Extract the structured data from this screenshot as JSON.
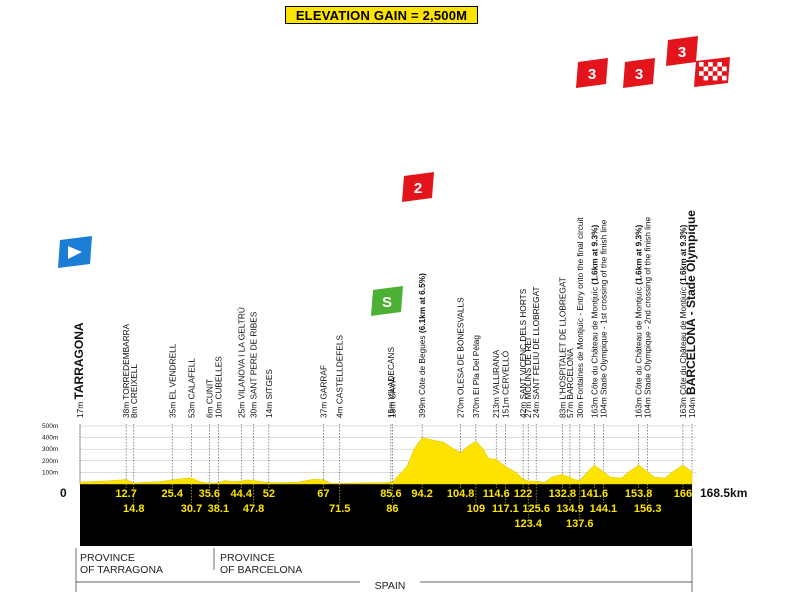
{
  "header": {
    "elevation_gain": "ELEVATION GAIN = 2,500M"
  },
  "chart_data": {
    "type": "area",
    "title": "ELEVATION GAIN = 2,500M",
    "total_distance_label": "168.5km",
    "start_km_label": "0",
    "x_range": [
      0,
      168.5
    ],
    "y_range": [
      0,
      500
    ],
    "y_ticks": [
      "100m",
      "200m",
      "300m",
      "400m",
      "500m"
    ],
    "profile": [
      [
        0,
        17
      ],
      [
        4,
        22
      ],
      [
        8,
        28
      ],
      [
        12.7,
        38
      ],
      [
        14.8,
        8
      ],
      [
        18,
        15
      ],
      [
        22,
        20
      ],
      [
        25.4,
        35
      ],
      [
        28,
        45
      ],
      [
        30.7,
        53
      ],
      [
        33,
        20
      ],
      [
        35.6,
        6
      ],
      [
        37,
        8
      ],
      [
        38.1,
        10
      ],
      [
        40,
        30
      ],
      [
        42,
        20
      ],
      [
        44.4,
        25
      ],
      [
        46,
        35
      ],
      [
        47.8,
        30
      ],
      [
        50,
        20
      ],
      [
        52,
        14
      ],
      [
        55,
        12
      ],
      [
        60,
        15
      ],
      [
        64,
        40
      ],
      [
        67,
        37
      ],
      [
        69,
        5
      ],
      [
        71.5,
        4
      ],
      [
        76,
        8
      ],
      [
        80,
        10
      ],
      [
        84,
        12
      ],
      [
        85.6,
        15
      ],
      [
        86,
        18
      ],
      [
        90,
        150
      ],
      [
        92,
        300
      ],
      [
        94.2,
        399
      ],
      [
        97,
        380
      ],
      [
        100,
        360
      ],
      [
        102,
        320
      ],
      [
        104.8,
        270
      ],
      [
        107,
        330
      ],
      [
        109,
        370
      ],
      [
        111,
        300
      ],
      [
        112.5,
        220
      ],
      [
        114.6,
        213
      ],
      [
        117.1,
        151
      ],
      [
        120,
        100
      ],
      [
        122,
        42
      ],
      [
        123.4,
        27
      ],
      [
        125.6,
        24
      ],
      [
        128,
        15
      ],
      [
        130,
        60
      ],
      [
        132.8,
        83
      ],
      [
        134.9,
        57
      ],
      [
        136,
        40
      ],
      [
        137.6,
        30
      ],
      [
        139,
        80
      ],
      [
        141.6,
        163
      ],
      [
        144.1,
        104
      ],
      [
        146,
        60
      ],
      [
        149,
        50
      ],
      [
        151,
        100
      ],
      [
        153.8,
        163
      ],
      [
        156.3,
        104
      ],
      [
        158,
        60
      ],
      [
        161,
        50
      ],
      [
        163,
        100
      ],
      [
        166,
        163
      ],
      [
        168.5,
        104
      ]
    ],
    "waypoints": [
      {
        "km": "",
        "label": "17m",
        "name": "TARRAGONA",
        "major": true
      },
      {
        "km": "12.7",
        "label": "38m",
        "name": "TORREDEMBARRA"
      },
      {
        "km": "14.8",
        "label": "8m",
        "name": "CREIXELL"
      },
      {
        "km": "25.4",
        "label": "35m",
        "name": "EL VENDRELL"
      },
      {
        "km": "30.7",
        "label": "53m",
        "name": "CALAFELL"
      },
      {
        "km": "35.6",
        "label": "6m",
        "name": "CUNIT"
      },
      {
        "km": "38.1",
        "label": "10m",
        "name": "CUBELLES"
      },
      {
        "km": "44.4",
        "label": "25m",
        "name": "VILANOVA I LA GELTRÚ"
      },
      {
        "km": "47.8",
        "label": "30m",
        "name": "SANT PERE DE RIBES"
      },
      {
        "km": "52",
        "label": "14m",
        "name": "SITGES"
      },
      {
        "km": "67",
        "label": "37m",
        "name": "GARRAF"
      },
      {
        "km": "71.5",
        "label": "4m",
        "name": "CASTELLDEFELS"
      },
      {
        "km": "85.6",
        "label": "15m",
        "name": "VILADECANS"
      },
      {
        "km": "86",
        "label": "18m",
        "name": "GAVÀ"
      },
      {
        "km": "94.2",
        "label": "399m",
        "name": "Côte de Begues",
        "extra": "(6.1km at 6.5%)",
        "climb": true
      },
      {
        "km": "104.8",
        "label": "270m",
        "name": "OLESA DE BONESVALLS"
      },
      {
        "km": "109",
        "label": "370m",
        "name": "El Pla Del Pèlag"
      },
      {
        "km": "114.6",
        "label": "213m",
        "name": "VALLIRANA"
      },
      {
        "km": "117.1",
        "label": "151m",
        "name": "CERVELLÓ"
      },
      {
        "km": "122",
        "label": "42m",
        "name": "SANT VICENÇ DELS HORTS"
      },
      {
        "km": "123.4",
        "label": "27m",
        "name": "MOLINS DE REI"
      },
      {
        "km": "125.6",
        "label": "24m",
        "name": "SANT FELIU DE LLOBREGAT"
      },
      {
        "km": "132.8",
        "label": "83m",
        "name": "L'HOSPITALET DE LLOBREGAT"
      },
      {
        "km": "134.9",
        "label": "57m",
        "name": "BARCELONA"
      },
      {
        "km": "137.6",
        "label": "30m",
        "name": "Fontaines de Montjuïc - Entry onto the final circuit"
      },
      {
        "km": "141.6",
        "label": "163m",
        "name": "Côte du Château de Montjuïc",
        "extra": "(1.6km at 9.3%)",
        "climb": true
      },
      {
        "km": "144.1",
        "label": "104m",
        "name": "Stade Olympique - 1st crossing of the finish line"
      },
      {
        "km": "153.8",
        "label": "163m",
        "name": "Côte du Château de Montjuïc",
        "extra": "(1.6km at 9.3%)",
        "climb": true
      },
      {
        "km": "156.3",
        "label": "104m",
        "name": "Stade Olympique - 2nd crossing of the finish line"
      },
      {
        "km": "166",
        "label": "163m",
        "name": "Côte du Château de Montjuïc",
        "extra": "(1.6km at 9.3%)",
        "climb": true
      },
      {
        "km": "",
        "label": "104m",
        "name": "BARCELONA - Stade Olympique",
        "major": true
      }
    ],
    "markers": [
      {
        "type": "start",
        "label": ""
      },
      {
        "type": "sprint",
        "label": "S"
      },
      {
        "type": "climb",
        "label": "2"
      },
      {
        "type": "climb",
        "label": "3"
      },
      {
        "type": "climb",
        "label": "3"
      },
      {
        "type": "climb",
        "label": "3"
      },
      {
        "type": "finish",
        "label": ""
      }
    ]
  },
  "footer": {
    "province_tarragona": "PROVINCE\nOF TARRAGONA",
    "province_barcelona": "PROVINCE\nOF BARCELONA",
    "country": "SPAIN"
  }
}
